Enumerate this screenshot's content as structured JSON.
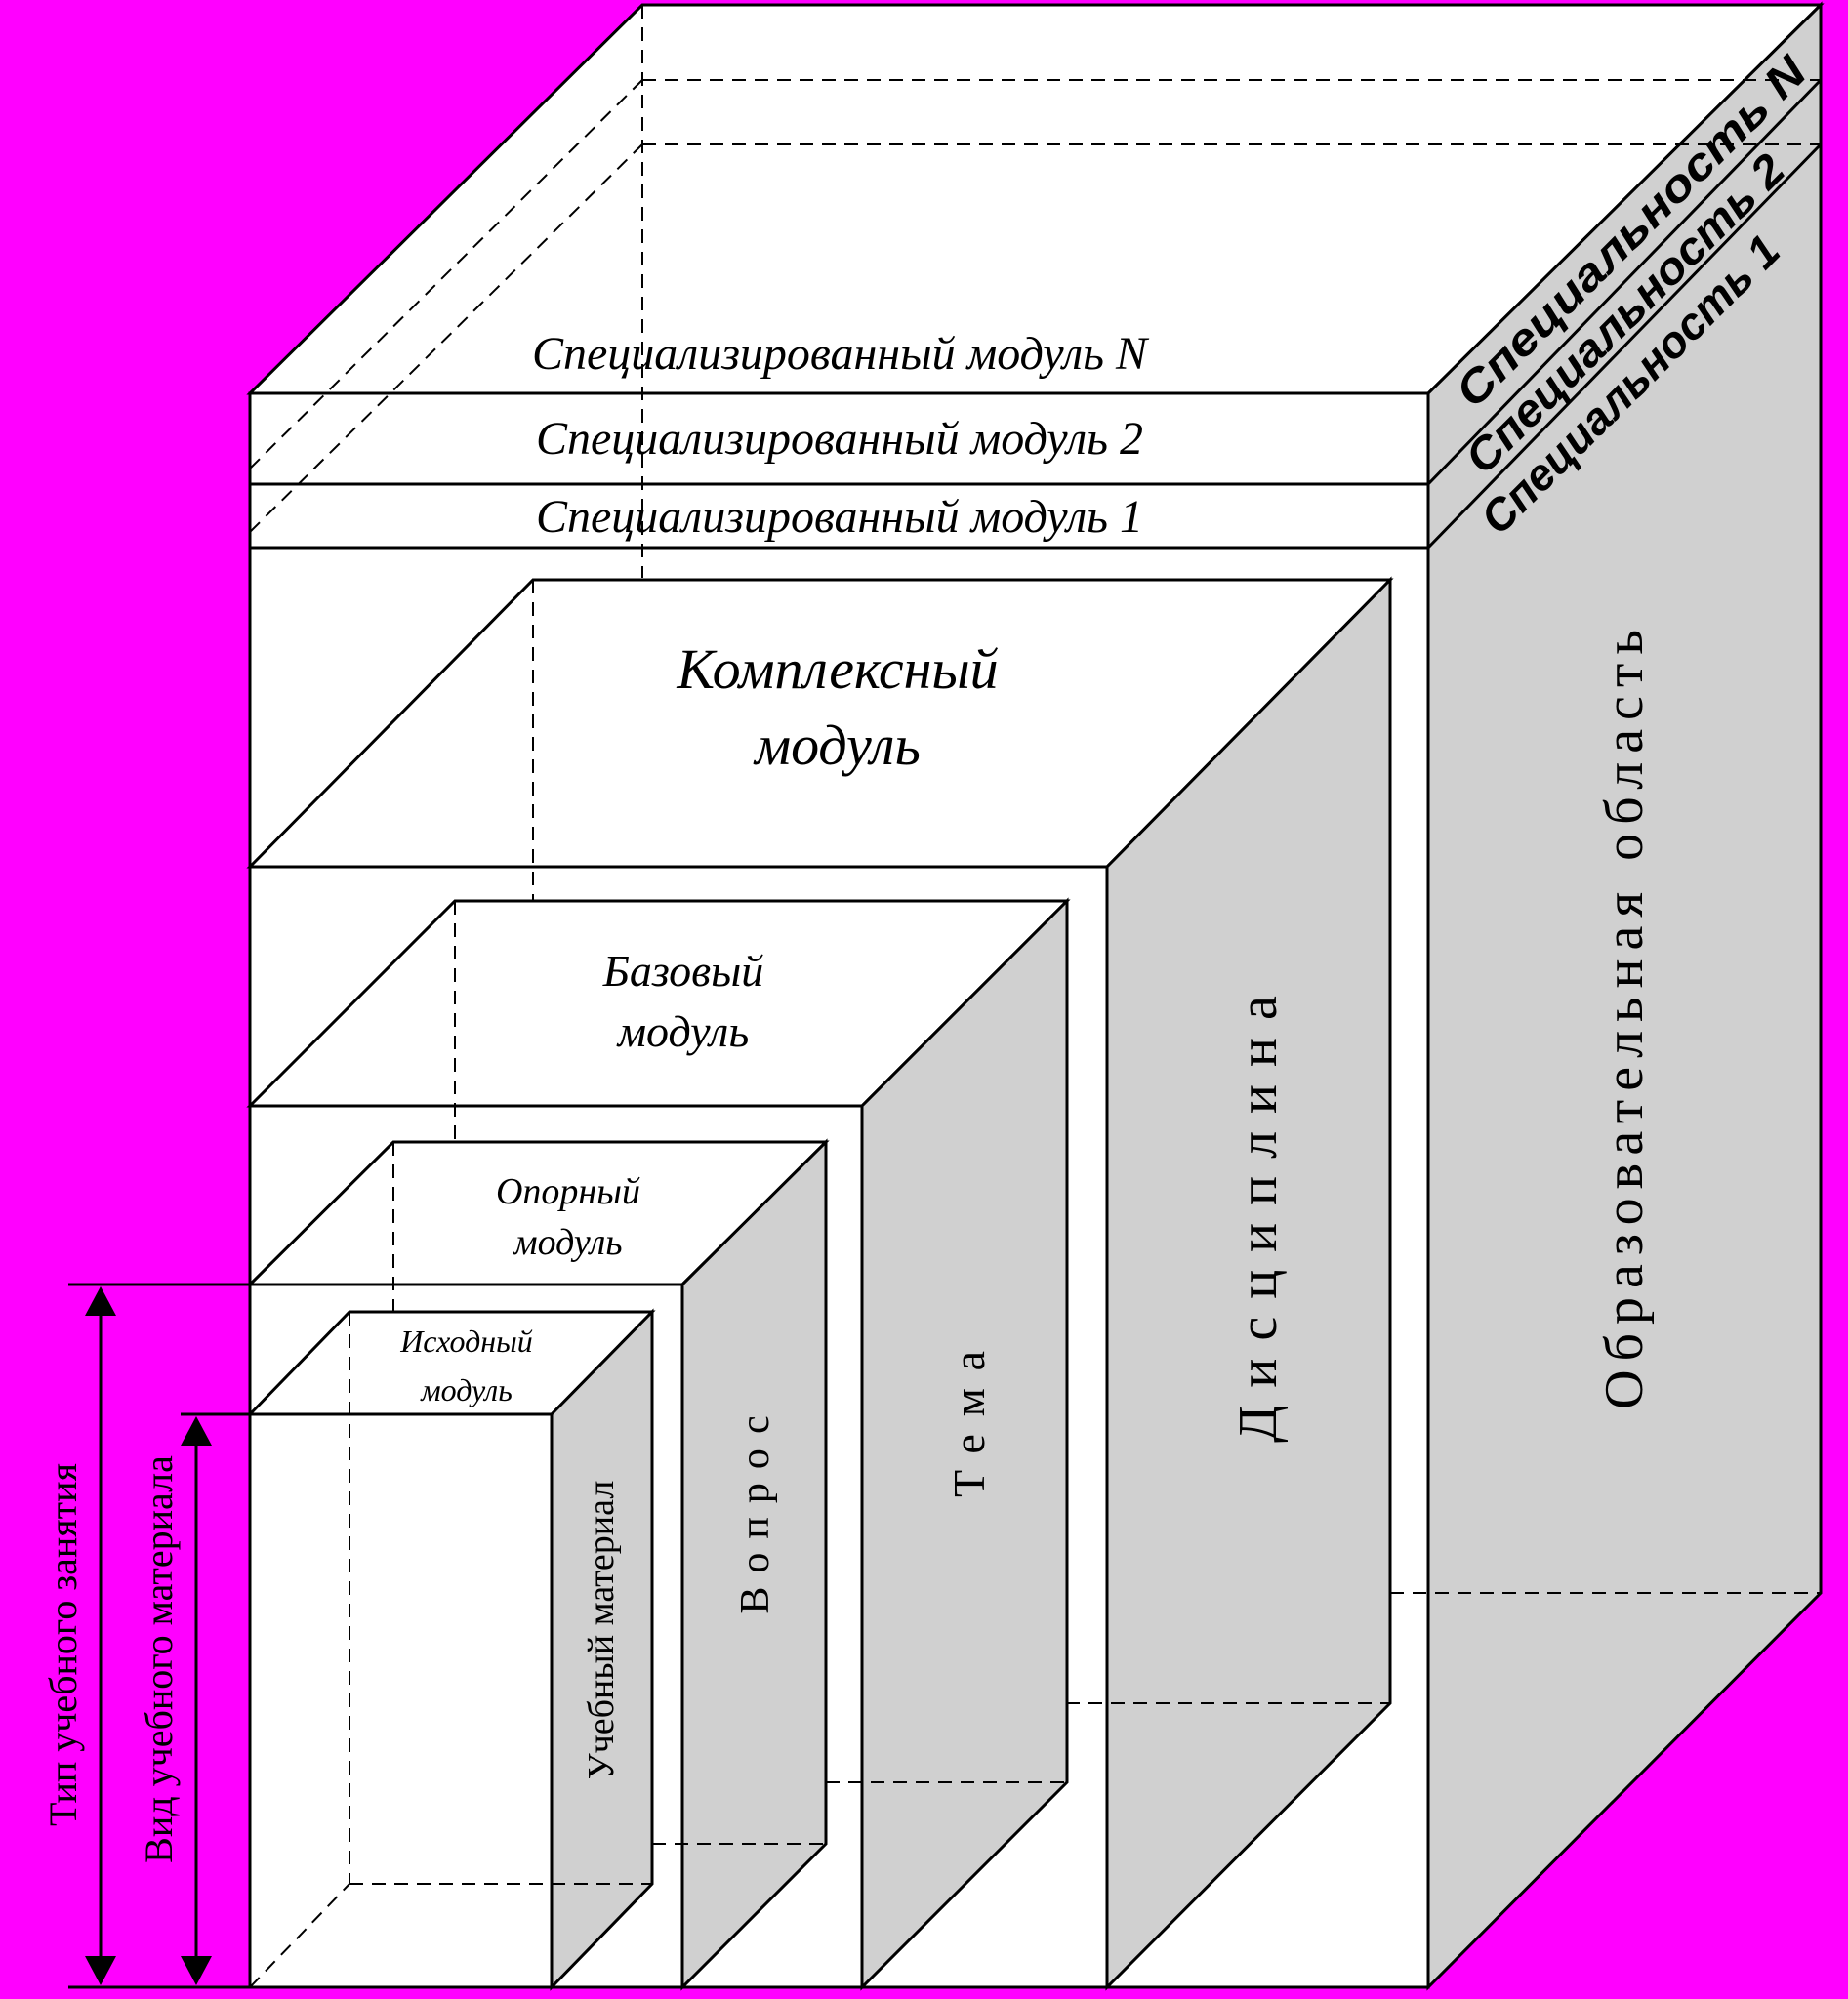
{
  "colors": {
    "background": "#ff00ff",
    "side_face": "#d0d0d0",
    "front_face": "#ffffff",
    "line": "#000000"
  },
  "specialized_modules": {
    "n": "Специализированный модуль N",
    "two": "Специализированный модуль 2",
    "one": "Специализированный модуль 1"
  },
  "specialties": {
    "n": "Специальность N",
    "two": "Специальность 2",
    "one": "Специальность 1"
  },
  "modules": {
    "complex": [
      "Комплексный",
      "модуль"
    ],
    "base": [
      "Базовый",
      "модуль"
    ],
    "support": [
      "Опорный",
      "модуль"
    ],
    "source": [
      "Исходный",
      "модуль"
    ]
  },
  "side_labels": {
    "education_area": "Образовательная область",
    "discipline": "Дисциплина",
    "topic": "Тема",
    "question": "Вопрос",
    "material": "Учебный материал"
  },
  "dimensions": {
    "lesson_type": "Тип учебного занятия",
    "material_kind": "Вид учебного материала"
  }
}
